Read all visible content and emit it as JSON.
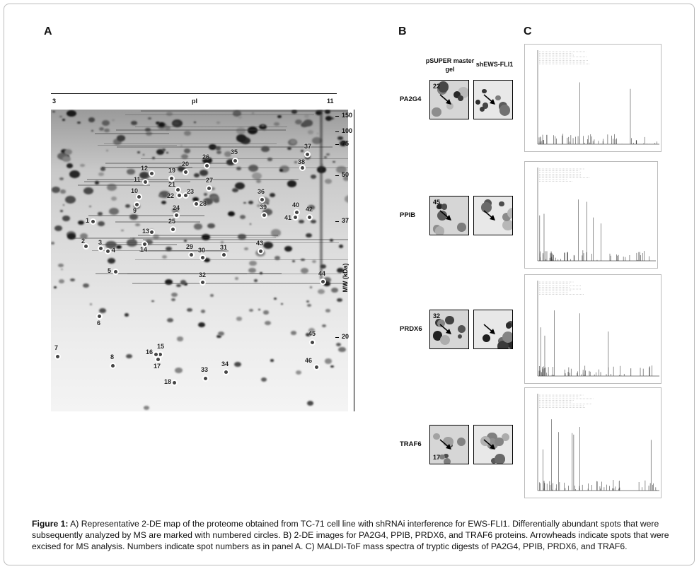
{
  "panel_labels": {
    "a": "A",
    "b": "B",
    "c": "C"
  },
  "panel_a": {
    "pi_axis": {
      "left": "3",
      "title": "pI",
      "right": "11"
    },
    "mw_axis": {
      "title": "MW (kDa)",
      "ticks": [
        "150",
        "100",
        "75",
        "50",
        "37",
        "20"
      ]
    },
    "spots": [
      "1",
      "2",
      "3",
      "4",
      "5",
      "6",
      "7",
      "8",
      "9",
      "10",
      "11",
      "12",
      "13",
      "14",
      "15",
      "16",
      "17",
      "18",
      "19",
      "20",
      "21",
      "22",
      "23",
      "24",
      "25",
      "26",
      "27",
      "28",
      "29",
      "30",
      "31",
      "32",
      "33",
      "34",
      "35",
      "36",
      "37",
      "38",
      "39",
      "40",
      "41",
      "42",
      "43",
      "44",
      "45",
      "46"
    ]
  },
  "panel_b": {
    "col_headers": [
      "pSUPER master gel",
      "shEWS-FLI1"
    ],
    "rows": [
      {
        "protein": "PA2G4",
        "spot": "22"
      },
      {
        "protein": "PPIB",
        "spot": "45"
      },
      {
        "protein": "PRDX6",
        "spot": "32"
      },
      {
        "protein": "TRAF6",
        "spot": "17"
      }
    ]
  },
  "panel_c": {
    "spectra": [
      "PA2G4",
      "PPIB",
      "PRDX6",
      "TRAF6"
    ]
  },
  "caption": {
    "label": "Figure 1:",
    "text": " A) Representative 2-DE map of the proteome obtained from TC-71 cell line with shRNAi interference for EWS-FLI1. Differentially abundant spots that were subsequently analyzed by MS are marked with numbered circles. B) 2-DE images for PA2G4, PPIB, PRDX6, and TRAF6 proteins. Arrowheads indicate spots that were excised for MS analysis. Numbers indicate spot numbers as in panel A. C) MALDI-ToF mass spectra of tryptic digests of PA2G4, PPIB, PRDX6, and TRAF6."
  }
}
